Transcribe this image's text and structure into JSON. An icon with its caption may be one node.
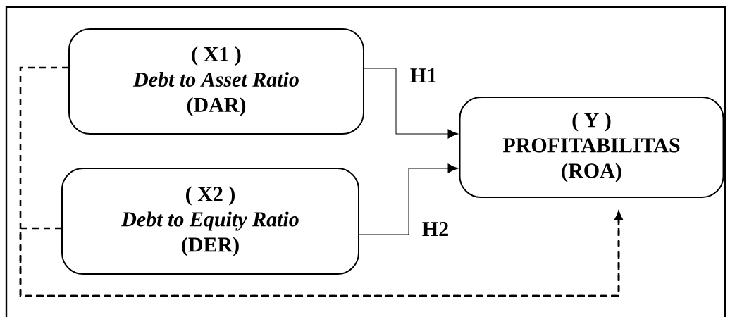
{
  "diagram": {
    "nodes": [
      {
        "text": [
          "( X1 )",
          "Debt to Asset Ratio",
          "(DAR)"
        ]
      },
      {
        "text": [
          "( X2 )",
          "Debt to Equity Ratio",
          "(DER)"
        ]
      },
      {
        "text": [
          "( Y )",
          "PROFITABILITAS",
          "(ROA)"
        ]
      }
    ],
    "edges": [
      {
        "from": 0,
        "to": 2,
        "arrow": "to",
        "label": "H1"
      },
      {
        "from": 1,
        "to": 2,
        "arrow": "to",
        "label": "H2"
      },
      {
        "from": 0,
        "to": 2,
        "arrow": "to",
        "style": "dashed"
      },
      {
        "from": 1,
        "to": 2,
        "arrow": "to",
        "style": "dashed"
      }
    ]
  }
}
